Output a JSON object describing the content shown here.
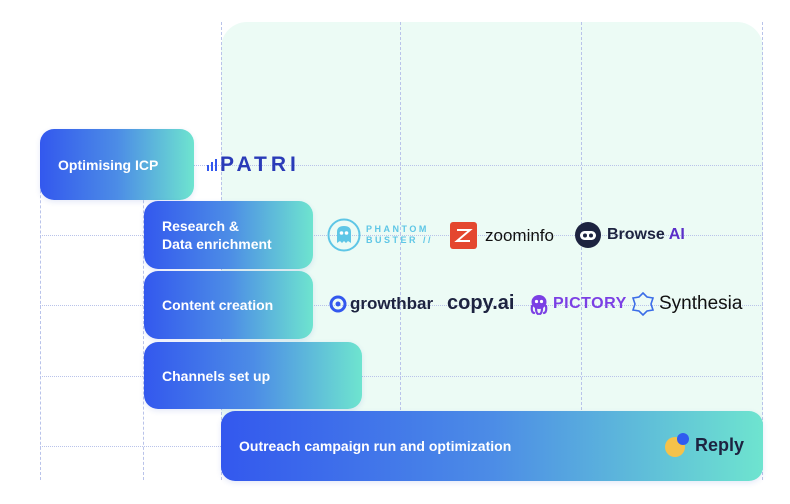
{
  "stages": [
    {
      "label": "Optimising ICP"
    },
    {
      "label_line1": "Research &",
      "label_line2": "Data enrichment"
    },
    {
      "label": "Content creation"
    },
    {
      "label": "Channels set up"
    },
    {
      "label": "Outreach campaign run  and optimization"
    }
  ],
  "tools": {
    "patri": "PATRI",
    "phantombuster_line1": "PHANTOM",
    "phantombuster_line2": "BUSTER //",
    "zoominfo": "zoominfo",
    "browse_ai_word": "Browse",
    "browse_ai_suffix": "AI",
    "growthbar": "growthbar",
    "copy_ai": "copy.ai",
    "pictory": "PICTORY",
    "synthesia": "Synthesia",
    "reply": "Reply"
  },
  "colors": {
    "panel_bg": "#ecfbf5",
    "gradient_start": "#3358ee",
    "gradient_end": "#6ee4cf",
    "grid_line": "#b9c3ea",
    "zoominfo_red": "#e4472f",
    "browse_ai_purple": "#5b2fc9",
    "pictory_purple": "#7b3fe4",
    "reply_yellow": "#f5c24a",
    "reply_blue": "#2f5bf0"
  }
}
